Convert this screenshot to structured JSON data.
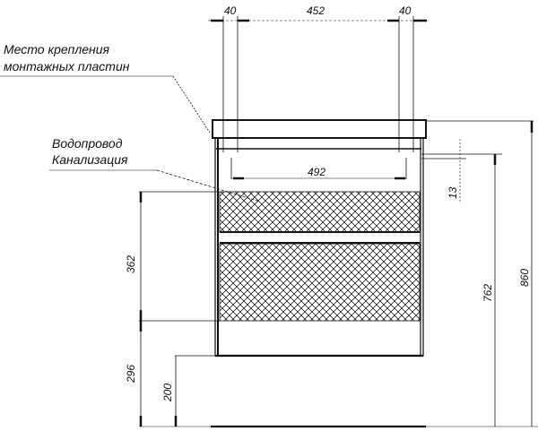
{
  "annotations": {
    "mounting_plates_line1": "Место крепления",
    "mounting_plates_line2": "монтажных пластин",
    "plumbing_line1": "Водопровод",
    "plumbing_line2": "Канализация"
  },
  "dimensions": {
    "top_left_offset": "40",
    "top_span": "452",
    "top_right_offset": "40",
    "inner_width": "492",
    "drain_offset": "13",
    "drawer_zone_height": "362",
    "bottom_to_drawer": "296",
    "floor_clearance": "200",
    "top_to_floor_762": "762",
    "total_height": "860"
  },
  "colors": {
    "line": "#111111",
    "background": "#ffffff"
  }
}
